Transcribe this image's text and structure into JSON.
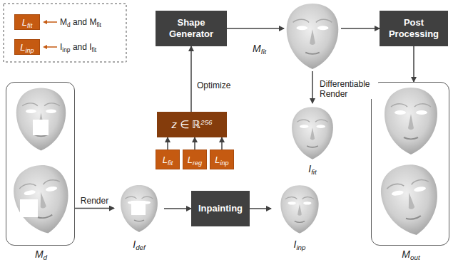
{
  "diagram": {
    "nodes": [
      {
        "text": [
          "Lfit"
        ]
      },
      {
        "text": [
          "Linp"
        ]
      },
      {
        "text": [
          "Shape Generator"
        ]
      },
      {
        "text": [
          "Mfit"
        ]
      },
      {
        "text": [
          "Post Processing"
        ]
      },
      {
        "text": [
          "z ∈ ℝ256"
        ]
      },
      {
        "text": [
          "Lfit"
        ]
      },
      {
        "text": [
          "Lreg"
        ]
      },
      {
        "text": [
          "Linp"
        ]
      },
      {
        "text": [
          "Md"
        ]
      },
      {
        "text": [
          "Ifit"
        ]
      },
      {
        "text": [
          "Idef"
        ]
      },
      {
        "text": [
          "Inpainting"
        ]
      },
      {
        "text": [
          "Iinp"
        ]
      },
      {
        "text": [
          "Mout"
        ]
      }
    ],
    "edges": [
      {
        "from": 9,
        "to": 11,
        "label": "Render",
        "arrow": "to"
      },
      {
        "from": 11,
        "to": 12,
        "arrow": "to"
      },
      {
        "from": 12,
        "to": 13,
        "arrow": "to"
      },
      {
        "from": 5,
        "to": 2,
        "arrow": "to"
      },
      {
        "from": 6,
        "to": 5,
        "arrow": "to"
      },
      {
        "from": 7,
        "to": 5,
        "arrow": "to"
      },
      {
        "from": 8,
        "to": 5,
        "arrow": "to"
      },
      {
        "from": 2,
        "to": 3,
        "arrow": "to"
      },
      {
        "from": 3,
        "to": 10,
        "label": "Differentiable Render",
        "arrow": "to"
      },
      {
        "from": 3,
        "to": 4,
        "arrow": "to"
      },
      {
        "from": 4,
        "to": 14,
        "arrow": "to"
      }
    ],
    "labels": [
      "Md and Mfit",
      "Iinp and Ifit",
      "Optimize"
    ]
  }
}
